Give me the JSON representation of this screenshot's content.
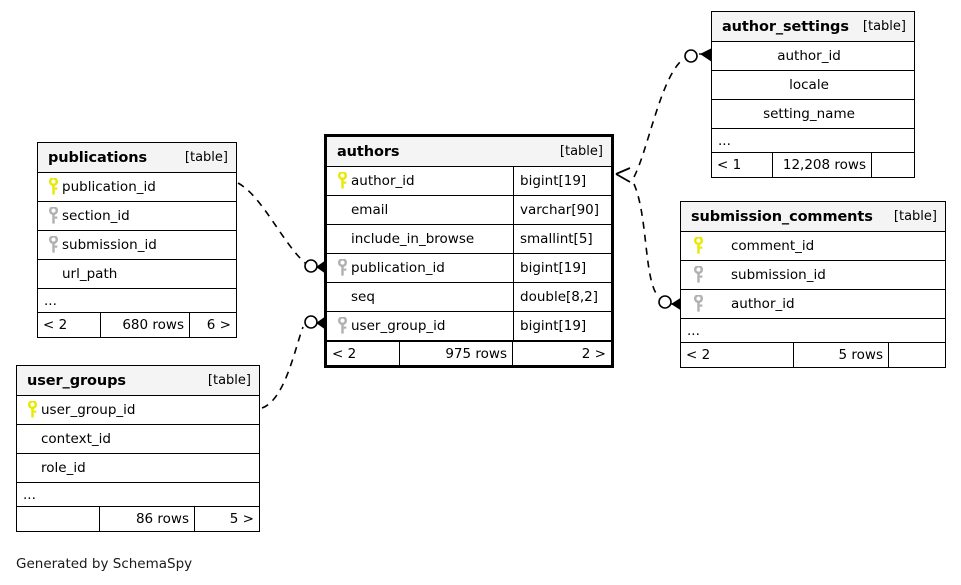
{
  "diagram": {
    "credit": "Generated by SchemaSpy",
    "kind_label": "[table]",
    "ellipsis": "...",
    "key_icon_primary": "key-icon-primary",
    "key_icon_foreign": "key-icon-foreign"
  },
  "tables": [
    {
      "id": "publications",
      "name": "publications",
      "kind": "[table]",
      "emphasis": false,
      "columns": [
        {
          "name": "publication_id",
          "key": "primary",
          "type": ""
        },
        {
          "name": "section_id",
          "key": "foreign",
          "type": ""
        },
        {
          "name": "submission_id",
          "key": "foreign",
          "type": ""
        },
        {
          "name": "url_path",
          "key": "none",
          "type": ""
        }
      ],
      "more": "...",
      "footer": {
        "left": "< 2",
        "middle": "680 rows",
        "right": "6 >"
      }
    },
    {
      "id": "user_groups",
      "name": "user_groups",
      "kind": "[table]",
      "emphasis": false,
      "columns": [
        {
          "name": "user_group_id",
          "key": "primary",
          "type": ""
        },
        {
          "name": "context_id",
          "key": "none",
          "type": ""
        },
        {
          "name": "role_id",
          "key": "none",
          "type": ""
        }
      ],
      "more": "...",
      "footer": {
        "left": "",
        "middle": "86 rows",
        "right": "5 >"
      }
    },
    {
      "id": "authors",
      "name": "authors",
      "kind": "[table]",
      "emphasis": true,
      "columns": [
        {
          "name": "author_id",
          "key": "primary",
          "type": "bigint[19]"
        },
        {
          "name": "email",
          "key": "none",
          "type": "varchar[90]"
        },
        {
          "name": "include_in_browse",
          "key": "none",
          "type": "smallint[5]"
        },
        {
          "name": "publication_id",
          "key": "foreign",
          "type": "bigint[19]"
        },
        {
          "name": "seq",
          "key": "none",
          "type": "double[8,2]"
        },
        {
          "name": "user_group_id",
          "key": "foreign",
          "type": "bigint[19]"
        }
      ],
      "more": "",
      "footer": {
        "left": "< 2",
        "middle": "975 rows",
        "right": "2 >"
      }
    },
    {
      "id": "author_settings",
      "name": "author_settings",
      "kind": "[table]",
      "emphasis": false,
      "columns": [
        {
          "name": "author_id",
          "key": "foreign",
          "type": ""
        },
        {
          "name": "locale",
          "key": "none",
          "type": ""
        },
        {
          "name": "setting_name",
          "key": "none",
          "type": ""
        }
      ],
      "more": "...",
      "footer": {
        "left": "< 1",
        "middle": "12,208 rows",
        "right": ""
      }
    },
    {
      "id": "submission_comments",
      "name": "submission_comments",
      "kind": "[table]",
      "emphasis": false,
      "columns": [
        {
          "name": "comment_id",
          "key": "primary",
          "type": ""
        },
        {
          "name": "submission_id",
          "key": "foreign",
          "type": ""
        },
        {
          "name": "author_id",
          "key": "foreign",
          "type": ""
        }
      ],
      "more": "...",
      "footer": {
        "left": "< 2",
        "middle": "5 rows",
        "right": ""
      }
    }
  ],
  "relationships": [
    {
      "id": "publications-authors",
      "from": "publications.publication_id",
      "to": "authors.publication_id",
      "style": "dashed-optional"
    },
    {
      "id": "user_groups-authors",
      "from": "user_groups.user_group_id",
      "to": "authors.user_group_id",
      "style": "dashed-optional"
    },
    {
      "id": "authors-author_settings",
      "from": "authors.author_id",
      "to": "author_settings.author_id",
      "style": "dashed-optional"
    },
    {
      "id": "authors-submission_comments",
      "from": "authors.author_id",
      "to": "submission_comments.author_id",
      "style": "dashed-optional"
    }
  ],
  "colors": {
    "primary_key": "#e8e800",
    "foreign_key": "#b0b0b0",
    "header_bg": "#f4f4f4",
    "border": "#000000",
    "background": "#ffffff"
  }
}
